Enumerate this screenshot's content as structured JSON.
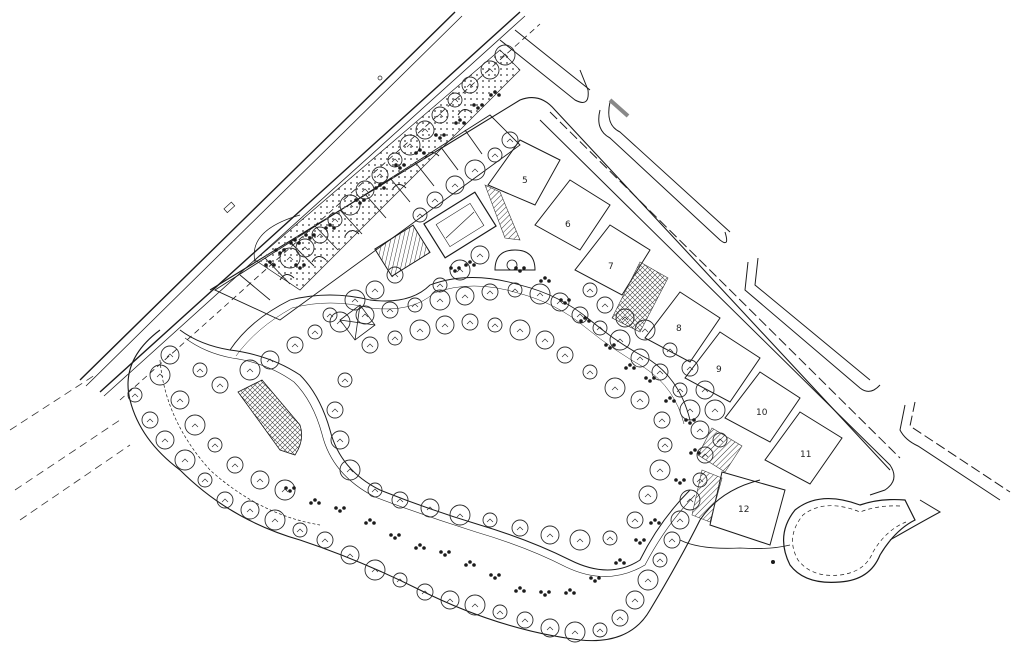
{
  "plan": {
    "lots": [
      {
        "id": "lot-5",
        "label": "5"
      },
      {
        "id": "lot-6",
        "label": "6"
      },
      {
        "id": "lot-7",
        "label": "7"
      },
      {
        "id": "lot-8",
        "label": "8"
      },
      {
        "id": "lot-9",
        "label": "9"
      },
      {
        "id": "lot-10",
        "label": "10"
      },
      {
        "id": "lot-11",
        "label": "11"
      },
      {
        "id": "lot-12",
        "label": "12"
      }
    ],
    "colors": {
      "line": "#1a1a1a",
      "hatch": "#555555",
      "tree": "#2a2a2a",
      "paper": "#ffffff"
    },
    "icons": {
      "tree": "tree-canopy-icon",
      "shrub": "shrub-icon"
    }
  }
}
